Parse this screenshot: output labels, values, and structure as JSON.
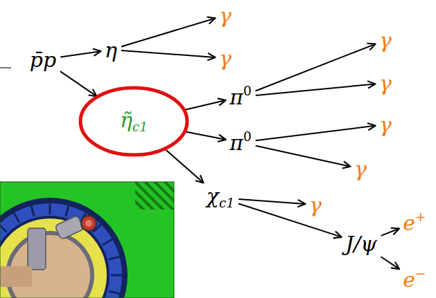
{
  "diagram": {
    "nodes": [
      {
        "text": [
          "p̄p"
        ]
      },
      {
        "text": [
          "η"
        ]
      },
      {
        "text": [
          "γ"
        ]
      },
      {
        "text": [
          "γ"
        ]
      },
      {
        "text": [
          "η̃c1"
        ]
      },
      {
        "text": [
          "π0"
        ]
      },
      {
        "text": [
          "γ"
        ]
      },
      {
        "text": [
          "γ"
        ]
      },
      {
        "text": [
          "π0"
        ]
      },
      {
        "text": [
          "γ"
        ]
      },
      {
        "text": [
          "γ"
        ]
      },
      {
        "text": [
          "χc1"
        ]
      },
      {
        "text": [
          "γ"
        ]
      },
      {
        "text": [
          "J/ψ"
        ]
      },
      {
        "text": [
          "e+"
        ]
      },
      {
        "text": [
          "e−"
        ]
      }
    ],
    "edges": [
      {
        "from": 0,
        "to": 1,
        "arrow": "to"
      },
      {
        "from": 0,
        "to": 4,
        "arrow": "to"
      },
      {
        "from": 1,
        "to": 2,
        "arrow": "to"
      },
      {
        "from": 1,
        "to": 3,
        "arrow": "to"
      },
      {
        "from": 4,
        "to": 5,
        "arrow": "to"
      },
      {
        "from": 4,
        "to": 8,
        "arrow": "to"
      },
      {
        "from": 4,
        "to": 11,
        "arrow": "to"
      },
      {
        "from": 5,
        "to": 6,
        "arrow": "to"
      },
      {
        "from": 5,
        "to": 7,
        "arrow": "to"
      },
      {
        "from": 8,
        "to": 9,
        "arrow": "to"
      },
      {
        "from": 8,
        "to": 10,
        "arrow": "to"
      },
      {
        "from": 11,
        "to": 12,
        "arrow": "to"
      },
      {
        "from": 11,
        "to": 13,
        "arrow": "to"
      },
      {
        "from": 13,
        "to": 14,
        "arrow": "to"
      },
      {
        "from": 13,
        "to": 15,
        "arrow": "to"
      }
    ]
  }
}
